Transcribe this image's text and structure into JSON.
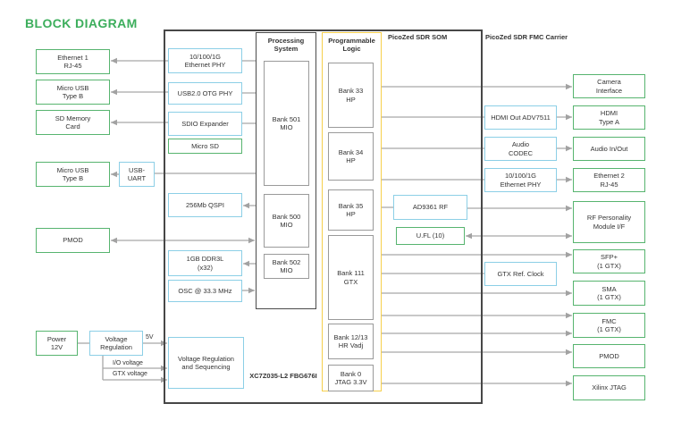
{
  "title": "BLOCK DIAGRAM",
  "colors": {
    "accent_green": "#3cae5c",
    "port_border_green": "#57b46f",
    "component_border_blue": "#8ccfe6",
    "programmable_logic_yellow": "#f6cf4b",
    "bank_border_gray": "#9a9a9a",
    "outline_dark": "#4b4b4b",
    "arrow_gray": "#a5a5a5"
  },
  "groups": {
    "som": {
      "label": "PicoZed SDR SOM"
    },
    "fmc_carrier": {
      "label": "PicoZed SDR FMC Carrier"
    },
    "processing_system": {
      "label": "Processing System"
    },
    "programmable_logic": {
      "label": "Programmable Logic"
    },
    "chip": {
      "label": "XC7Z035-L2 FBG676I"
    }
  },
  "wire_labels": {
    "v5": "5V",
    "io": "I/O voltage",
    "gtx": "GTX voltage"
  },
  "boxes": [
    {
      "id": "ethernet1-rj45",
      "kind": "port",
      "label": "Ethernet 1\nRJ-45"
    },
    {
      "id": "micro-usb-type-b-top",
      "kind": "port",
      "label": "Micro USB\nType B"
    },
    {
      "id": "sd-memory-card",
      "kind": "port",
      "label": "SD Memory\nCard"
    },
    {
      "id": "micro-usb-type-b-uart",
      "kind": "port",
      "label": "Micro USB\nType B"
    },
    {
      "id": "pmod-left",
      "kind": "port",
      "label": "PMOD"
    },
    {
      "id": "power-12v",
      "kind": "port",
      "label": "Power\n12V"
    },
    {
      "id": "usb-uart",
      "kind": "component",
      "label": "USB-\nUART"
    },
    {
      "id": "voltage-regulation",
      "kind": "component",
      "label": "Voltage\nRegulation"
    },
    {
      "id": "ethernet-phy-som",
      "kind": "component",
      "label": "10/100/1G\nEthernet PHY"
    },
    {
      "id": "usb2-otg-phy",
      "kind": "component",
      "label": "USB2.0 OTG PHY"
    },
    {
      "id": "sdio-expander",
      "kind": "component",
      "label": "SDIO Expander"
    },
    {
      "id": "micro-sd",
      "kind": "port",
      "label": "Micro SD"
    },
    {
      "id": "qspi-256mb",
      "kind": "component",
      "label": "256Mb QSPI"
    },
    {
      "id": "ddr3l-1gb",
      "kind": "component",
      "label": "1GB DDR3L\n(x32)"
    },
    {
      "id": "osc-33mhz",
      "kind": "component",
      "label": "OSC @ 33.3 MHz"
    },
    {
      "id": "voltage-reg-sequencing",
      "kind": "component",
      "label": "Voltage Regulation\nand Sequencing"
    },
    {
      "id": "bank-501-mio",
      "kind": "bank",
      "label": "Bank 501\nMIO"
    },
    {
      "id": "bank-500-mio",
      "kind": "bank",
      "label": "Bank 500\nMIO"
    },
    {
      "id": "bank-502-mio",
      "kind": "bank",
      "label": "Bank 502\nMIO"
    },
    {
      "id": "bank-33-hp",
      "kind": "bank",
      "label": "Bank 33\nHP"
    },
    {
      "id": "bank-34-hp",
      "kind": "bank",
      "label": "Bank 34\nHP"
    },
    {
      "id": "bank-35-hp",
      "kind": "bank",
      "label": "Bank 35\nHP"
    },
    {
      "id": "bank-111-gtx",
      "kind": "bank",
      "label": "Bank 111\nGTX"
    },
    {
      "id": "bank-12-13-hr-vadj",
      "kind": "bank",
      "label": "Bank 12/13\nHR Vadj"
    },
    {
      "id": "bank-0-jtag",
      "kind": "bank",
      "label": "Bank 0\nJTAG 3.3V"
    },
    {
      "id": "ad9361-rf",
      "kind": "component",
      "label": "AD9361 RF"
    },
    {
      "id": "ufl-10",
      "kind": "port",
      "label": "U.FL (10)"
    },
    {
      "id": "hdmi-out-adv7511",
      "kind": "component",
      "label": "HDMI Out ADV7511"
    },
    {
      "id": "audio-codec",
      "kind": "component",
      "label": "Audio\nCODEC"
    },
    {
      "id": "ethernet-phy-fmc",
      "kind": "component",
      "label": "10/100/1G\nEthernet PHY"
    },
    {
      "id": "gtx-ref-clock",
      "kind": "component",
      "label": "GTX Ref. Clock"
    },
    {
      "id": "camera-interface",
      "kind": "port",
      "label": "Camera\nInterface"
    },
    {
      "id": "hdmi-type-a",
      "kind": "port",
      "label": "HDMI\nType A"
    },
    {
      "id": "audio-in-out",
      "kind": "port",
      "label": "Audio In/Out"
    },
    {
      "id": "ethernet2-rj45",
      "kind": "port",
      "label": "Ethernet 2\nRJ-45"
    },
    {
      "id": "rf-personality-module",
      "kind": "port",
      "label": "RF Personality\nModule I/F"
    },
    {
      "id": "sfp-1gtx",
      "kind": "port",
      "label": "SFP+\n(1 GTX)"
    },
    {
      "id": "sma-1gtx",
      "kind": "port",
      "label": "SMA\n(1 GTX)"
    },
    {
      "id": "fmc-1gtx",
      "kind": "port",
      "label": "FMC\n(1 GTX)"
    },
    {
      "id": "pmod-right",
      "kind": "port",
      "label": "PMOD"
    },
    {
      "id": "xilinx-jtag",
      "kind": "port",
      "label": "Xilinx JTAG"
    }
  ]
}
